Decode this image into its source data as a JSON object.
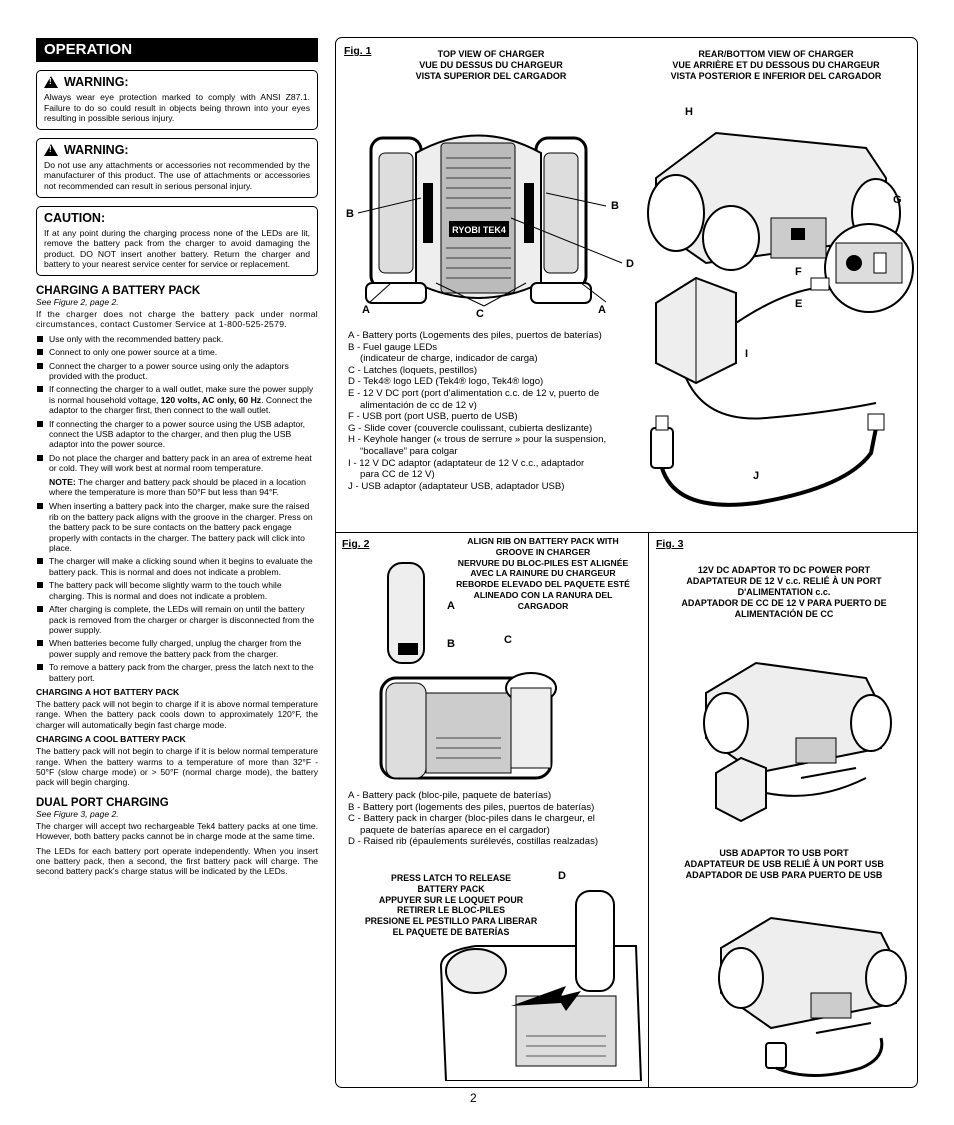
{
  "section_title": "OPERATION",
  "warning1": {
    "title": "WARNING:",
    "text": "Always wear eye protection marked to comply with ANSI Z87.1. Failure to do so could result in objects being thrown into your eyes resulting in possible serious injury."
  },
  "warning2": {
    "title": "WARNING:",
    "text": "Do not use any attachments or accessories not recommended by the manufacturer of this product. The use of attachments or accessories not recommended can result in serious personal injury."
  },
  "caution": {
    "title": "CAUTION:",
    "text": "If at any point during the charging process none of the LEDs are lit, remove the battery pack from the charger to avoid damaging the product. DO NOT insert another battery. Return the charger and battery to your nearest service center for service or replacement."
  },
  "charging": {
    "title": "CHARGING A BATTERY PACK",
    "see": "See Figure 2, page 2.",
    "intro": "If the charger does not charge the battery pack under normal circumstances, contact Customer Service at 1-800-525-2579.",
    "bullets": [
      "Use only with the recommended battery pack.",
      "Connect to only one power source at a time.",
      "Connect the charger to a power source using only the adaptors provided with the product."
    ],
    "b4_pre": "If connecting the charger to a wall outlet, make sure the power supply is normal household voltage, ",
    "b4_bold": "120 volts, AC only, 60 Hz",
    "b4_post": ". Connect the adaptor to the charger first, then connect to the wall outlet.",
    "b5": "If connecting the charger to a power source using the USB adaptor, connect the USB adaptor to the charger, and then plug the USB adaptor into the power source.",
    "b6": "Do not place the charger and battery pack in an area of extreme heat or cold. They will work best at normal room temperature.",
    "note_label": "NOTE:",
    "note_text": " The charger and battery pack should be placed in a location where the temperature is more than 50°F but less than 94°F.",
    "bullets2": [
      "When inserting a battery pack into the charger, make sure the raised rib on the battery pack aligns with the groove in the charger. Press on the battery pack to be sure contacts on the battery pack engage properly with contacts in the charger. The battery pack will click into place.",
      "The charger will make a clicking sound when it begins to evaluate the battery pack. This is normal and does not indicate a problem.",
      "The battery pack will become slightly warm to the touch while charging. This is normal and does not indicate a problem.",
      "After charging is complete, the LEDs will remain on until the battery pack is removed from the charger or charger is disconnected from the power supply.",
      "When batteries become fully charged, unplug the charger from the power supply and remove the battery pack from the charger.",
      "To remove a battery pack from the charger, press the latch next to the battery port."
    ],
    "hot_title": "CHARGING A HOT BATTERY PACK",
    "hot_text": "The battery pack will not begin to charge if it is above normal temperature range. When the battery pack cools down to approximately 120°F, the charger will automatically begin fast charge mode.",
    "cool_title": "CHARGING A COOL BATTERY PACK",
    "cool_text": "The battery pack will not begin to charge if it is below normal temperature range. When the battery warms to a temperature of more than 32°F - 50°F (slow charge mode) or > 50°F (normal charge mode), the battery pack will begin charging."
  },
  "dual": {
    "title": "DUAL PORT CHARGING",
    "see": "See Figure 3, page 2.",
    "p1": "The charger will accept two rechargeable Tek4 battery packs at one time. However, both battery packs cannot be in charge mode at the same time.",
    "p2": "The LEDs for each battery port operate independently. When you insert one battery pack, then a second, the first battery pack will charge. The second battery pack's charge status will be indicated by the LEDs."
  },
  "fig1": {
    "label": "Fig. 1",
    "top_caption": [
      "TOP VIEW OF CHARGER",
      "VUE DU DESSUS DU CHARGEUR",
      "VISTA SUPERIOR DEL CARGADOR"
    ],
    "rear_caption": [
      "REAR/BOTTOM VIEW OF CHARGER",
      "VUE ARRIÈRE ET DU DESSOUS DU CHARGEUR",
      "VISTA POSTERIOR E INFERIOR DEL CARGADOR"
    ],
    "logo": "RYOBI TEK4",
    "letters": {
      "a": "A",
      "b": "B",
      "c": "C",
      "d": "D",
      "e": "E",
      "f": "F",
      "g": "G",
      "h": "H",
      "i": "I",
      "j": "J"
    },
    "legend": [
      "A - Battery ports (Logements des piles, puertos de baterías)",
      "B - Fuel gauge LEDs",
      "(indicateur de charge, indicador de carga)",
      "C - Latches (loquets, pestillos)",
      "D - Tek4® logo LED (Tek4® logo, Tek4® logo)",
      "E - 12 V DC port (port d'alimentation c.c. de 12 v, puerto de",
      "alimentación de cc de 12 v)",
      "F - USB port (port USB, puerto de USB)",
      "G - Slide cover (couvercle coulissant, cubierta deslizante)",
      "H - Keyhole hanger (« trous de serrure » pour la suspension,",
      "“bocallave” para colgar",
      "I  - 12 V DC adaptor (adaptateur de 12 V c.c., adaptador",
      "para CC de 12 V)",
      "J - USB adaptor (adaptateur USB, adaptador USB)"
    ]
  },
  "fig2": {
    "label": "Fig. 2",
    "caption": [
      "ALIGN RIB ON BATTERY PACK WITH",
      "GROOVE IN CHARGER",
      "NERVURE DU BLOC-PILES EST ALIGNÉE",
      "AVEC LA RAINURE DU CHARGEUR",
      "REBORDE ELEVADO DEL PAQUETE ESTÉ",
      "ALINEADO CON LA RANURA DEL",
      "CARGADOR"
    ],
    "letters": {
      "a": "A",
      "b": "B",
      "c": "C",
      "d": "D"
    },
    "legend": [
      "A - Battery pack (bloc-pile, paquete de baterías)",
      "B - Battery port (logements des piles, puertos de baterías)",
      "C - Battery pack in charger (bloc-piles dans le chargeur, el",
      "paquete de baterías aparece en el cargador)",
      "D - Raised rib (épaulements surélevés, costillas realzadas)"
    ],
    "latch_caption": [
      "PRESS LATCH TO RELEASE",
      "BATTERY PACK",
      "APPUYER SUR LE LOQUET POUR",
      "RETIRER LE BLOC-PILES",
      "PRESIONE EL PESTILLO PARA LIBERAR",
      "EL PAQUETE DE BATERÍAS"
    ]
  },
  "fig3": {
    "label": "Fig. 3",
    "dc_caption": [
      "12V DC ADAPTOR TO DC POWER PORT",
      "ADAPTATEUR DE 12 V c.c. RELIÉ À UN PORT",
      "D'ALIMENTATION c.c.",
      "ADAPTADOR DE CC DE 12 V PARA PUERTO DE",
      "ALIMENTACIÓN DE CC"
    ],
    "usb_caption": [
      "USB ADAPTOR TO USB PORT",
      "ADAPTATEUR DE USB RELIÉ À UN PORT USB",
      "ADAPTADOR DE USB PARA PUERTO DE USB"
    ]
  },
  "page_number": "2"
}
